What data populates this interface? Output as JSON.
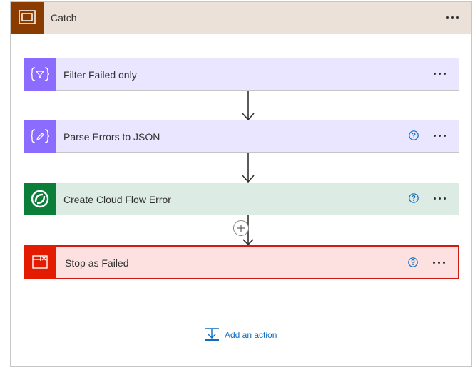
{
  "scope": {
    "title": "Catch",
    "icon": "scope-icon",
    "color": "#8a3c00"
  },
  "actions": [
    {
      "label": "Filter Failed only",
      "icon": "data-operation-filter-icon",
      "color": "#8c6cff",
      "background": "#eae6ff",
      "has_help": false
    },
    {
      "label": "Parse Errors to JSON",
      "icon": "data-operation-parse-icon",
      "color": "#8c6cff",
      "background": "#eae6ff",
      "has_help": true
    },
    {
      "label": "Create Cloud Flow Error",
      "icon": "dataverse-icon",
      "color": "#0b7f3a",
      "background": "#dcebe4",
      "has_help": true
    },
    {
      "label": "Stop as Failed",
      "icon": "terminate-icon",
      "color": "#e31b00",
      "background": "#fde0e0",
      "border": "#d11a12",
      "has_help": true
    }
  ],
  "footer": {
    "add_action_label": "Add an action",
    "link_color": "#0f6cbd"
  }
}
